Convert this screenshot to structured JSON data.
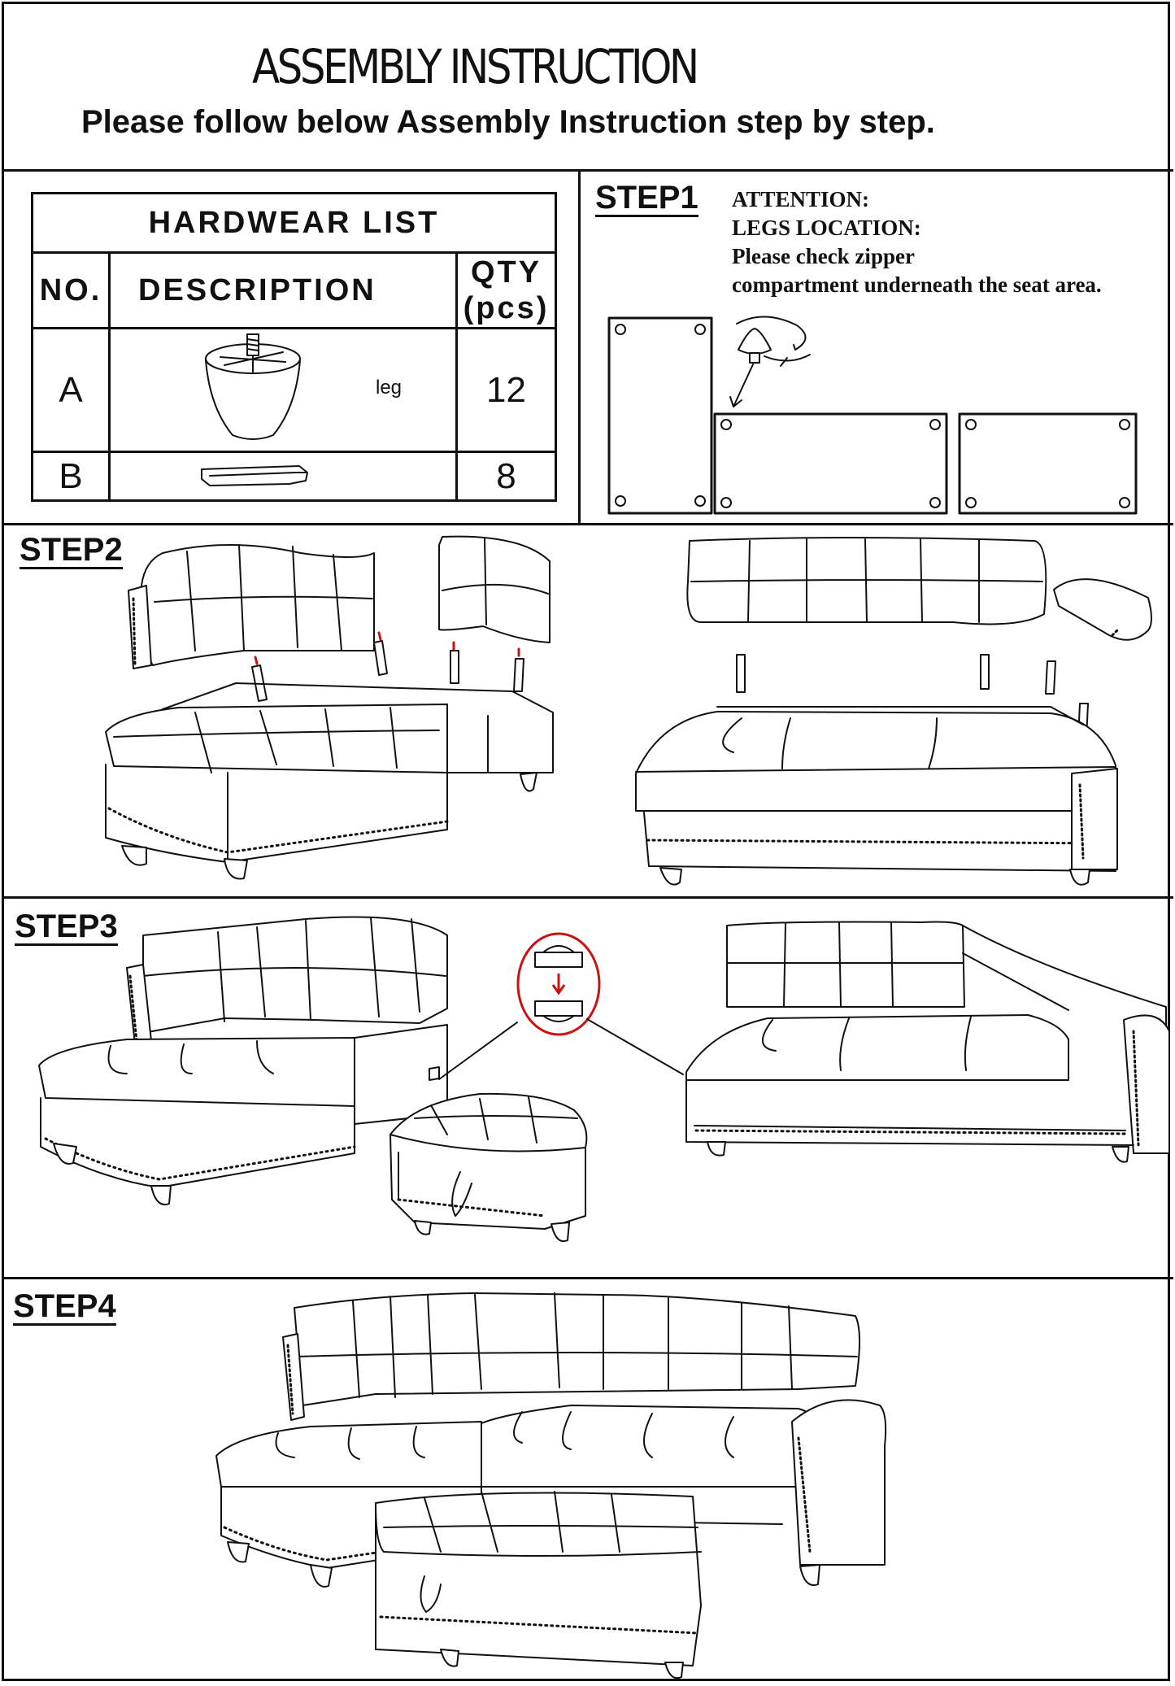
{
  "header": {
    "title": "ASSEMBLY INSTRUCTION",
    "subtitle": "Please follow below Assembly Instruction step by step."
  },
  "hardware_list": {
    "title": "HARDWEAR LIST",
    "col_no": "NO.",
    "col_description": "DESCRIPTION",
    "col_qty_line1": "QTY",
    "col_qty_line2": "(pcs)",
    "rows": [
      {
        "no": "A",
        "label": "leg",
        "qty": "12",
        "icon": "leg-icon"
      },
      {
        "no": "B",
        "label": "",
        "qty": "8",
        "icon": "bracket-icon"
      }
    ]
  },
  "steps": {
    "step1": {
      "label": "STEP1",
      "attention_title": "ATTENTION:",
      "attention_sub": "LEGS LOCATION:",
      "attention_line1": "Please check zipper",
      "attention_line2": "compartment underneath the seat area."
    },
    "step2": {
      "label": "STEP2"
    },
    "step3": {
      "label": "STEP3"
    },
    "step4": {
      "label": "STEP4"
    }
  },
  "colors": {
    "line": "#111111",
    "highlight": "#cc1111",
    "background": "#ffffff"
  }
}
